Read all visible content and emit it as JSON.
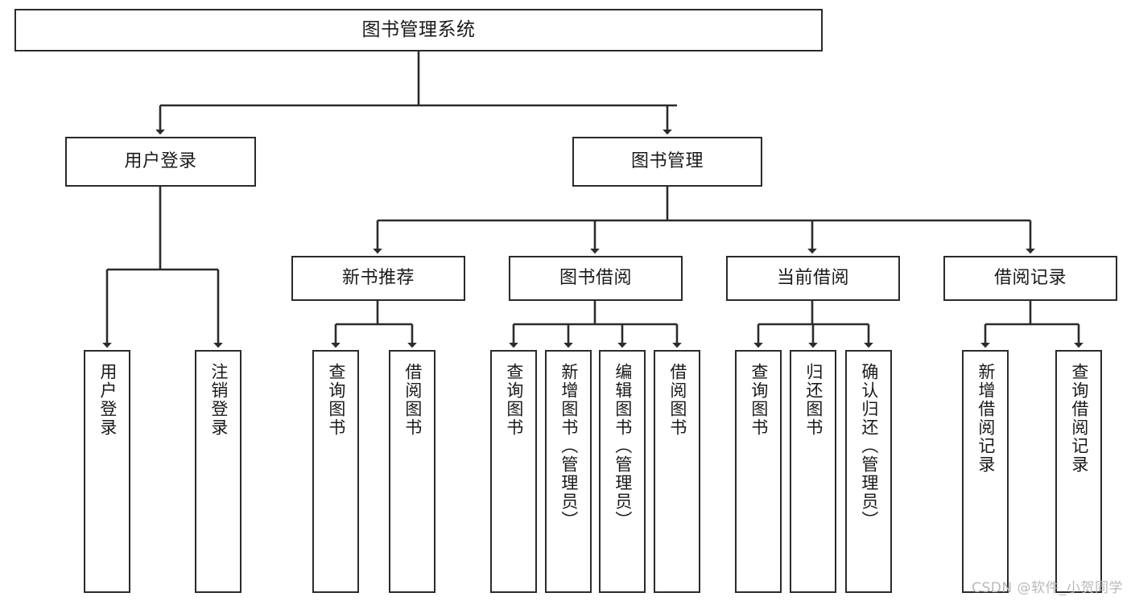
{
  "diagram": {
    "title": "图书管理系统",
    "type": "tree-hierarchy",
    "watermark": "CSDN @软件_小贺同学",
    "colors": {
      "background": "#ffffff",
      "box_border": "#2b2b2b",
      "box_fill": "#ffffff",
      "edge": "#2b2b2b",
      "text": "#1a1a1a",
      "watermark": "#b9b9b9"
    },
    "nodes": {
      "root": {
        "label": "图书管理系统"
      },
      "level1": [
        {
          "label": "用户登录"
        },
        {
          "label": "图书管理"
        }
      ],
      "level2": [
        {
          "label": "新书推荐"
        },
        {
          "label": "图书借阅"
        },
        {
          "label": "当前借阅"
        },
        {
          "label": "借阅记录"
        }
      ],
      "leaves": {
        "user_login": [
          {
            "label": "用户登录"
          },
          {
            "label": "注销登录"
          }
        ],
        "new_book_recommend": [
          {
            "label": "查询图书"
          },
          {
            "label": "借阅图书"
          }
        ],
        "book_borrow": [
          {
            "label": "查询图书"
          },
          {
            "label": "新增图书（管理员）"
          },
          {
            "label": "编辑图书（管理员）"
          },
          {
            "label": "借阅图书"
          }
        ],
        "current_borrow": [
          {
            "label": "查询图书"
          },
          {
            "label": "归还图书"
          },
          {
            "label": "确认归还（管理员）"
          }
        ],
        "borrow_record": [
          {
            "label": "新增借阅记录"
          },
          {
            "label": "查询借阅记录"
          }
        ]
      }
    }
  }
}
